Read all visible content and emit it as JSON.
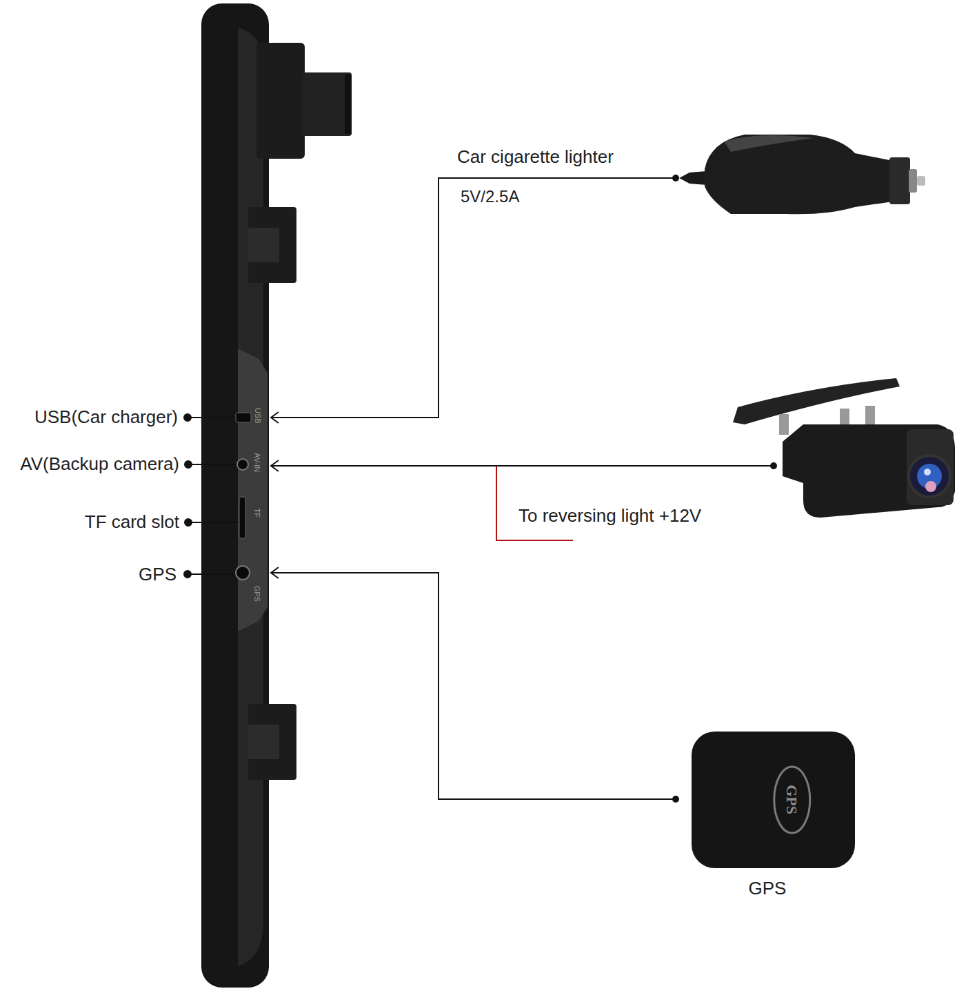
{
  "diagram": {
    "nodes": [
      {
        "text": [
          "GPS",
          "GPS"
        ]
      }
    ],
    "labels": [
      "Car cigarette lighter",
      "5V/2.5A",
      "USB(Car charger)",
      "USB",
      "AV(Backup camera)",
      "AV-IN",
      "To reversing light +12V",
      "TF card slot",
      "TF",
      "GPS",
      "GPS"
    ]
  }
}
